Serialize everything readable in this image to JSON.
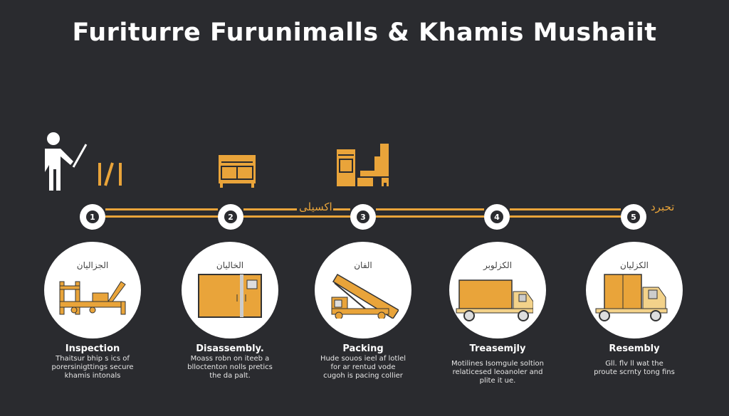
{
  "title": "Furiturre Furunimalls & Khamis Mushaiit",
  "colors": {
    "background": "#2a2b2f",
    "accent": "#e9a43a",
    "white": "#ffffff"
  },
  "timeline": {
    "labels": [
      "اكسيلى",
      "تحبرد"
    ],
    "numbers": [
      "1",
      "2",
      "3",
      "4",
      "5"
    ]
  },
  "steps": [
    {
      "arabic": "الجزاليان",
      "title": "Inspection",
      "desc": [
        "Thaitsur bhip s ics of",
        "porersinigttings secure",
        "khamis intonals"
      ],
      "icon": "bed-frame-icon"
    },
    {
      "arabic": "الخاليان",
      "title": "Disassembly.",
      "desc": [
        "Moass robn on iteeb a",
        "blloctenton nolls pretics",
        "the da palt."
      ],
      "icon": "wardrobe-icon"
    },
    {
      "arabic": "الفان",
      "title": "Packing",
      "desc": [
        "Hude souos ieel af lotlel",
        "for ar rentud vode",
        "cugoh is pacing collier"
      ],
      "icon": "lift-truck-icon"
    },
    {
      "arabic": "الكزلوبر",
      "title": "Treasemjly",
      "desc": [
        "Motilines Isomgule soltion",
        "relaticesed leoanoler and",
        "plite it ue."
      ],
      "icon": "truck-icon"
    },
    {
      "arabic": "الكزليان",
      "title": "Resembly",
      "desc": [
        "Gll. flv ll wat the",
        "proute scrnty tong fins"
      ],
      "icon": "wardrobe-truck-icon"
    }
  ]
}
